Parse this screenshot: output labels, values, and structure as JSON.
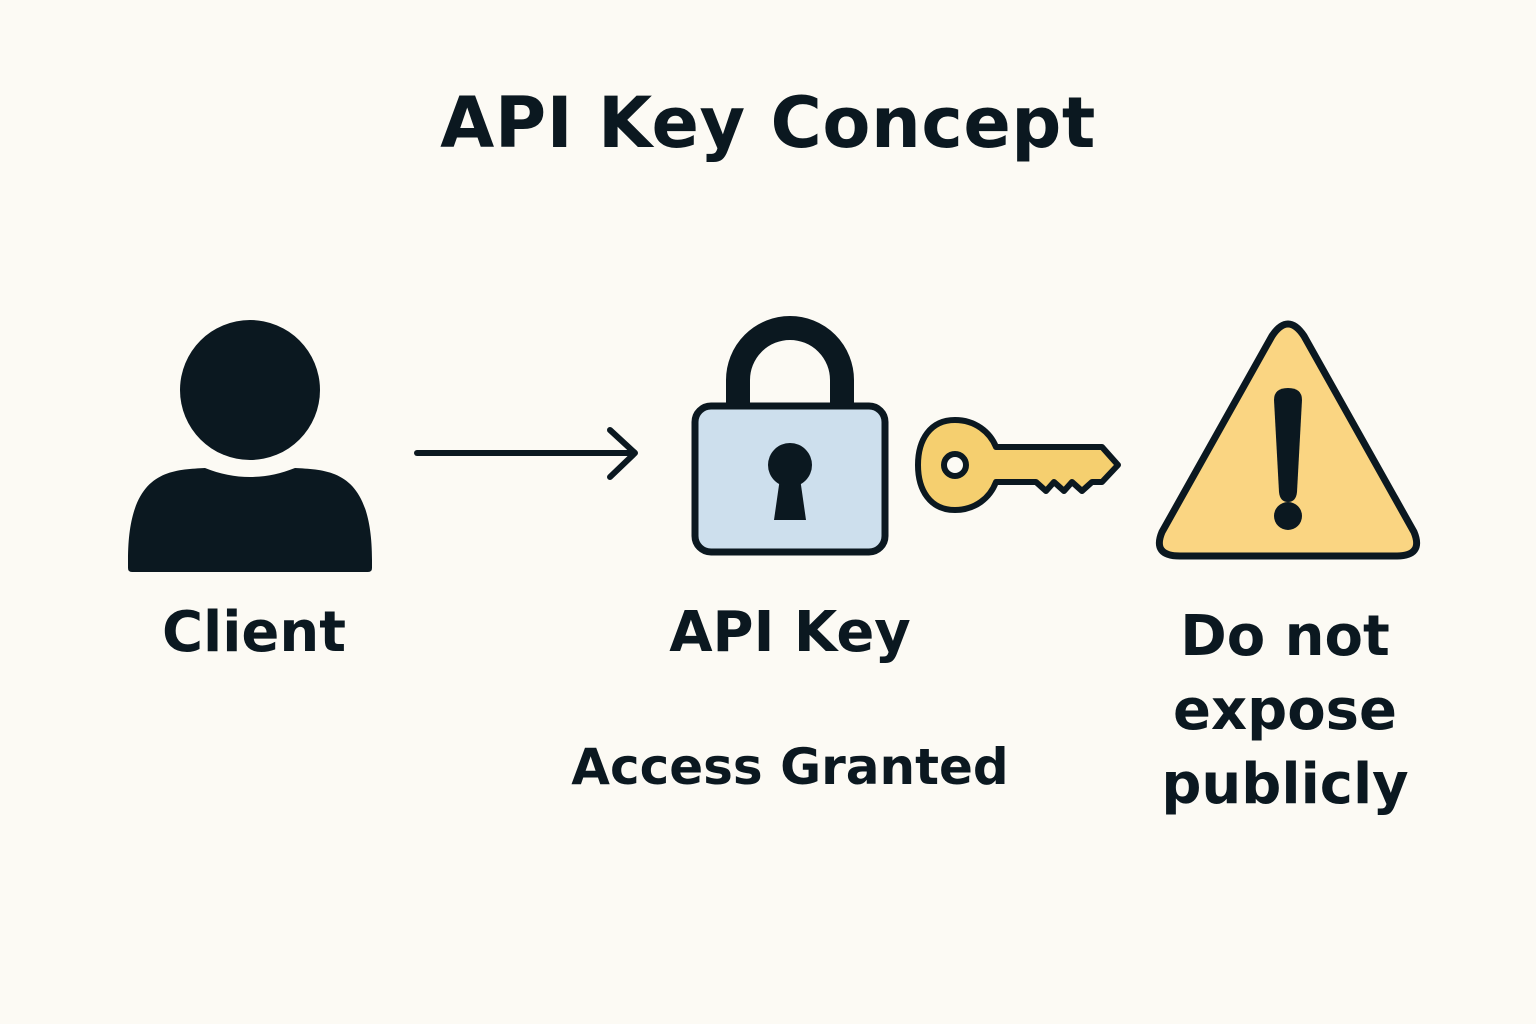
{
  "title": "API Key Concept",
  "client": {
    "label": "Client",
    "icon": "person-icon"
  },
  "flow": {
    "icon": "arrow-right-icon"
  },
  "api_key": {
    "label": "API Key",
    "lock_icon": "padlock-icon",
    "key_icon": "key-icon",
    "status": "Access Granted"
  },
  "warning": {
    "icon": "warning-triangle-icon",
    "line1": "Do not",
    "line2": "expose",
    "line3": "publicly"
  },
  "colors": {
    "ink": "#0b1820",
    "background": "#fcfaf4",
    "lock_body": "#cddfed",
    "key_fill": "#f5cf6f",
    "warning_fill": "#fad582"
  }
}
